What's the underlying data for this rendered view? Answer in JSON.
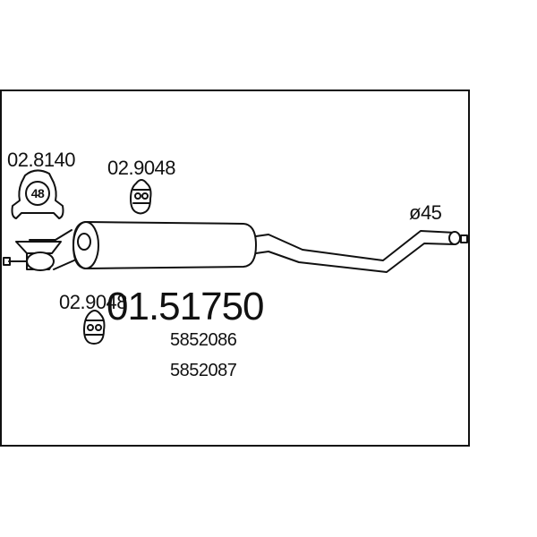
{
  "labels": {
    "part_number": "01.51750",
    "ref_1": "5852086",
    "ref_2": "5852087",
    "clamp_code": "02.8140",
    "clamp_size": "48",
    "hanger_code_top": "02.9048",
    "hanger_code_bottom": "02.9048",
    "diameter": "ø45"
  },
  "icons": {
    "clamp": "clamp-icon",
    "hanger": "rubber-hanger-icon",
    "muffler": "middle-silencer-icon"
  },
  "colors": {
    "line": "#111111",
    "background": "#ffffff"
  }
}
